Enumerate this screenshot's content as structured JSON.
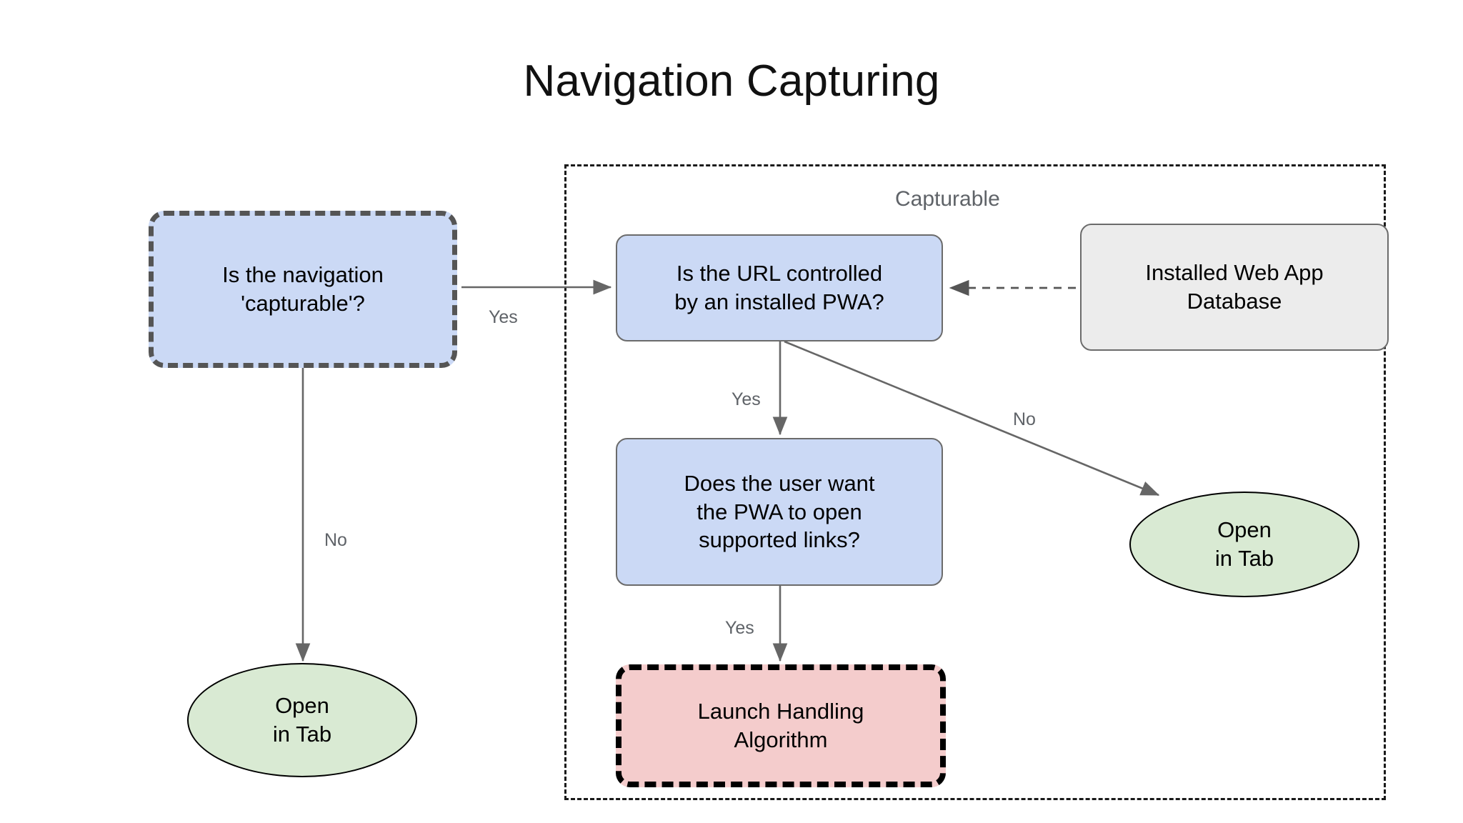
{
  "page": {
    "title": "Navigation Capturing",
    "background": "#ffffff"
  },
  "colors": {
    "blue_fill": "#cbd9f5",
    "gray_fill": "#ececec",
    "pink_fill": "#f4cccc",
    "green_fill": "#d9ead3",
    "node_border": "#6b6b6b",
    "dashed_border_gray": "#555555",
    "dashed_border_black": "#000000",
    "edge_stroke": "#666666",
    "label_text": "#5f6368",
    "node_text": "#000000"
  },
  "group": {
    "label": "Capturable",
    "style": "dashed"
  },
  "nodes": [
    {
      "id": "is-capturable",
      "shape": "rounded-rect",
      "style": "dashed-gray",
      "fill": "#cbd9f5",
      "lines": [
        "Is the navigation",
        "'capturable'?"
      ]
    },
    {
      "id": "is-url-controlled",
      "shape": "rounded-rect",
      "style": "solid",
      "fill": "#cbd9f5",
      "lines": [
        "Is the URL controlled",
        "by an installed PWA?"
      ]
    },
    {
      "id": "installed-web-app-database",
      "shape": "rounded-rect",
      "style": "solid",
      "fill": "#ececec",
      "lines": [
        "Installed Web App",
        "Database"
      ]
    },
    {
      "id": "does-user-want",
      "shape": "rounded-rect",
      "style": "solid",
      "fill": "#cbd9f5",
      "lines": [
        "Does the user want",
        "the PWA to open",
        "supported links?"
      ]
    },
    {
      "id": "launch-handling-algorithm",
      "shape": "rounded-rect",
      "style": "dashed-black",
      "fill": "#f4cccc",
      "lines": [
        "Launch Handling",
        "Algorithm"
      ]
    },
    {
      "id": "open-in-tab-left",
      "shape": "ellipse",
      "style": "solid",
      "fill": "#d9ead3",
      "lines": [
        "Open",
        "in Tab"
      ]
    },
    {
      "id": "open-in-tab-right",
      "shape": "ellipse",
      "style": "solid",
      "fill": "#d9ead3",
      "lines": [
        "Open",
        "in Tab"
      ]
    }
  ],
  "edges": [
    {
      "id": "capturable-yes",
      "from": "is-capturable",
      "to": "is-url-controlled",
      "label": "Yes",
      "style": "solid"
    },
    {
      "id": "capturable-no",
      "from": "is-capturable",
      "to": "open-in-tab-left",
      "label": "No",
      "style": "solid"
    },
    {
      "id": "database-lookup",
      "from": "installed-web-app-database",
      "to": "is-url-controlled",
      "label": "",
      "style": "dashed"
    },
    {
      "id": "url-yes",
      "from": "is-url-controlled",
      "to": "does-user-want",
      "label": "Yes",
      "style": "solid"
    },
    {
      "id": "url-no",
      "from": "is-url-controlled",
      "to": "open-in-tab-right",
      "label": "No",
      "style": "solid"
    },
    {
      "id": "user-yes",
      "from": "does-user-want",
      "to": "launch-handling-algorithm",
      "label": "Yes",
      "style": "solid"
    }
  ]
}
